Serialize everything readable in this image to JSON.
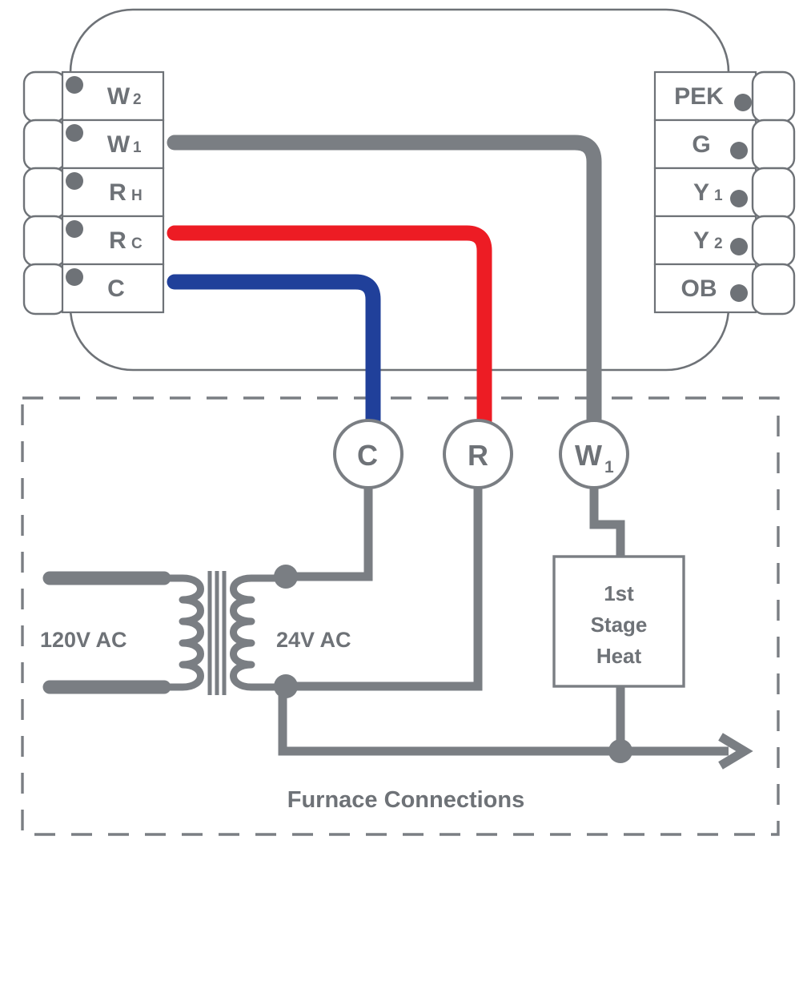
{
  "diagram": {
    "title_caption": "Furnace Connections",
    "colors": {
      "gray": "#7a7e83",
      "outline": "#6e7277",
      "red": "#ed1c24",
      "blue": "#20409a",
      "white": "#ffffff",
      "dot": "#6e7277"
    }
  },
  "thermostat": {
    "left_terminals": [
      {
        "label": "W",
        "sub": "2",
        "id": "w2"
      },
      {
        "label": "W",
        "sub": "1",
        "id": "w1"
      },
      {
        "label": "R",
        "sub": "H",
        "id": "rh"
      },
      {
        "label": "R",
        "sub": "C",
        "id": "rc"
      },
      {
        "label": "C",
        "sub": "",
        "id": "c"
      }
    ],
    "right_terminals": [
      {
        "label": "PEK",
        "sub": "",
        "id": "pek"
      },
      {
        "label": "G",
        "sub": "",
        "id": "g"
      },
      {
        "label": "Y",
        "sub": "1",
        "id": "y1"
      },
      {
        "label": "Y",
        "sub": "2",
        "id": "y2"
      },
      {
        "label": "OB",
        "sub": "",
        "id": "ob"
      }
    ]
  },
  "furnace": {
    "caption": "Furnace Connections",
    "nodes": [
      {
        "label": "C",
        "sub": "",
        "id": "node-c"
      },
      {
        "label": "R",
        "sub": "",
        "id": "node-r"
      },
      {
        "label": "W",
        "sub": "1",
        "id": "node-w1"
      }
    ],
    "transformer": {
      "primary_label": "120V AC",
      "secondary_label": "24V AC"
    },
    "load_box": {
      "line1": "1st",
      "line2": "Stage",
      "line3": "Heat"
    }
  },
  "wires": [
    {
      "id": "wire-w1",
      "color": "#7a7e83",
      "from": "W1",
      "to": "W1"
    },
    {
      "id": "wire-rc",
      "color": "#ed1c24",
      "from": "RC",
      "to": "R"
    },
    {
      "id": "wire-c",
      "color": "#20409a",
      "from": "C",
      "to": "C"
    }
  ]
}
